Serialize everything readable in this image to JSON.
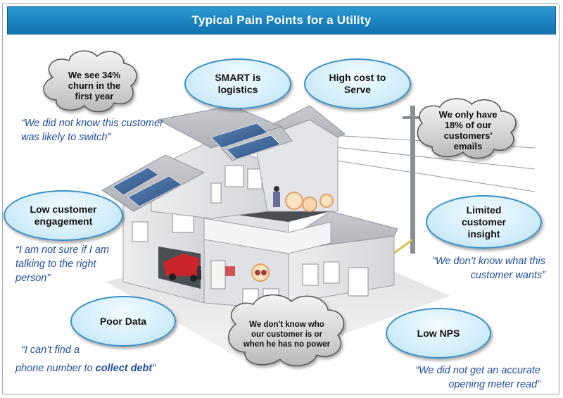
{
  "title": "Typical Pain Points for a Utility",
  "ellipses": {
    "smart": "SMART is logistics",
    "high_cost": "High cost to Serve",
    "low_engagement": "Low customer engagement",
    "limited_insight": "Limited customer insight",
    "poor_data": "Poor Data",
    "low_nps": "Low NPS"
  },
  "clouds": {
    "churn": "We see 34% churn in the first year",
    "emails": "We only have 18% of our customers' emails",
    "power": "We don't know who our customer is or when he has no power"
  },
  "quotes": {
    "switch": {
      "line1": "“We did not know this customer",
      "line2": "was likely to switch”"
    },
    "right_person": {
      "line1": "“I am not sure if I am",
      "line2": "talking to the right",
      "line3": "person”"
    },
    "wants": {
      "line1": "“We don’t know what this",
      "line2": "customer wants”"
    },
    "debt": {
      "line1": "“I can’t find a",
      "line2_prefix": "phone number to ",
      "line2_bold": "collect debt",
      "line2_suffix": "”"
    },
    "meter": {
      "line1": "“We did not get an accurate",
      "line2": "opening meter read”"
    }
  }
}
